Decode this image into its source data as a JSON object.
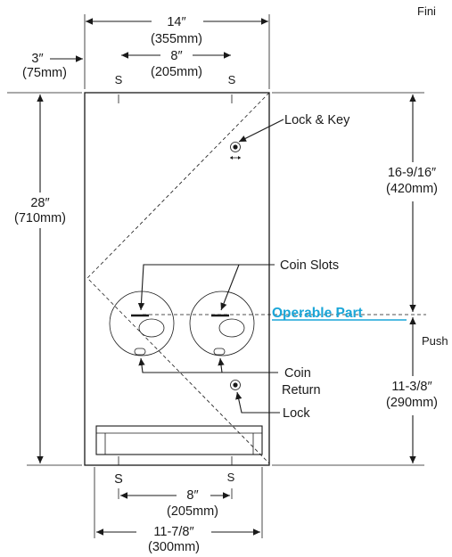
{
  "labels": {
    "finish": "Fini",
    "push": "Push",
    "width_in": "14″",
    "width_mm": "(355mm)",
    "left_offset_in": "3″",
    "left_offset_mm": "(75mm)",
    "top_s_spacing_in": "8″",
    "top_s_spacing_mm": "(205mm)",
    "s_mark": "S",
    "height_in": "28″",
    "height_mm": "(710mm)",
    "lock_and_key": "Lock & Key",
    "upper_height_in": "16-9/16″",
    "upper_height_mm": "(420mm)",
    "coin_slots": "Coin Slots",
    "operable_part": "Operable Part",
    "coin_return_1": "Coin",
    "coin_return_2": "Return",
    "lock": "Lock",
    "lower_height_in": "11-3/8″",
    "lower_height_mm": "(290mm)",
    "bottom_s_spacing_in": "8″",
    "bottom_s_spacing_mm": "(205mm)",
    "bottom_width_in": "11-7/8″",
    "bottom_width_mm": "(300mm)"
  },
  "colors": {
    "operable_part": "#1aa6d8",
    "line": "#1a1a1a"
  }
}
